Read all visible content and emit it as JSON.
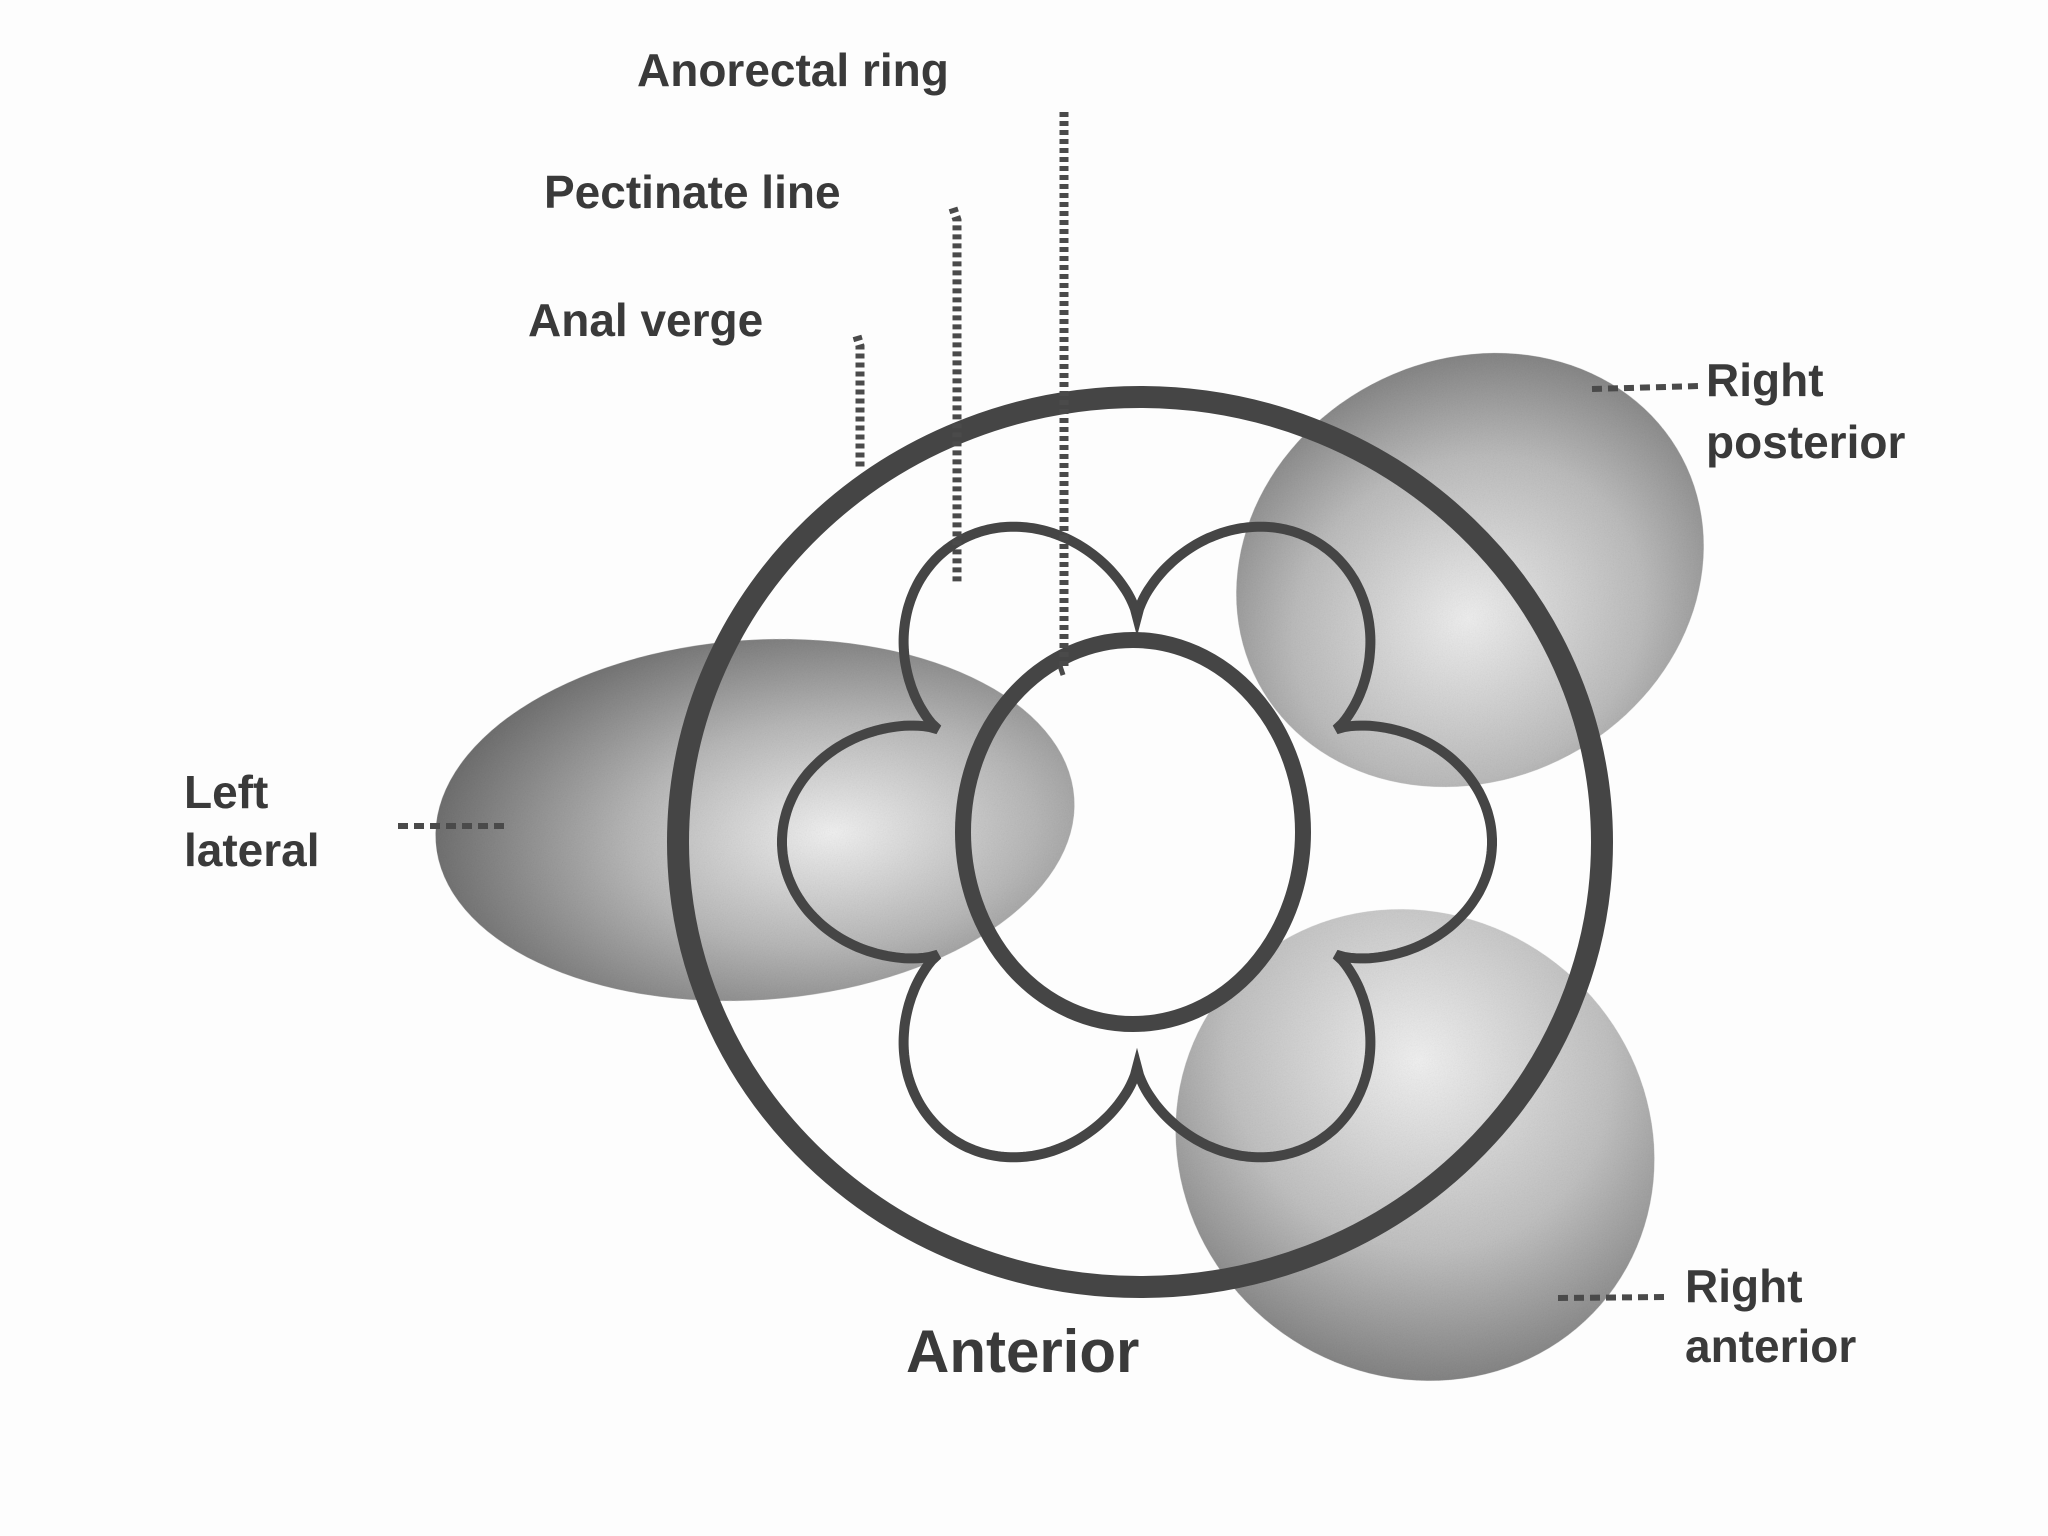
{
  "labels": {
    "anorectal_ring": "Anorectal ring",
    "pectinate_line": "Pectinate line",
    "anal_verge": "Anal verge",
    "right_posterior_line1": "Right",
    "right_posterior_line2": "posterior",
    "left_lateral_line1": "Left",
    "left_lateral_line2": "lateral",
    "right_anterior_line1": "Right",
    "right_anterior_line2": "anterior",
    "anterior": "Anterior"
  },
  "colors": {
    "ink": "#454545",
    "text": "#3a3a3a",
    "cushion_dark": "#5e5e5e",
    "cushion_light": "#e6e6e6"
  }
}
